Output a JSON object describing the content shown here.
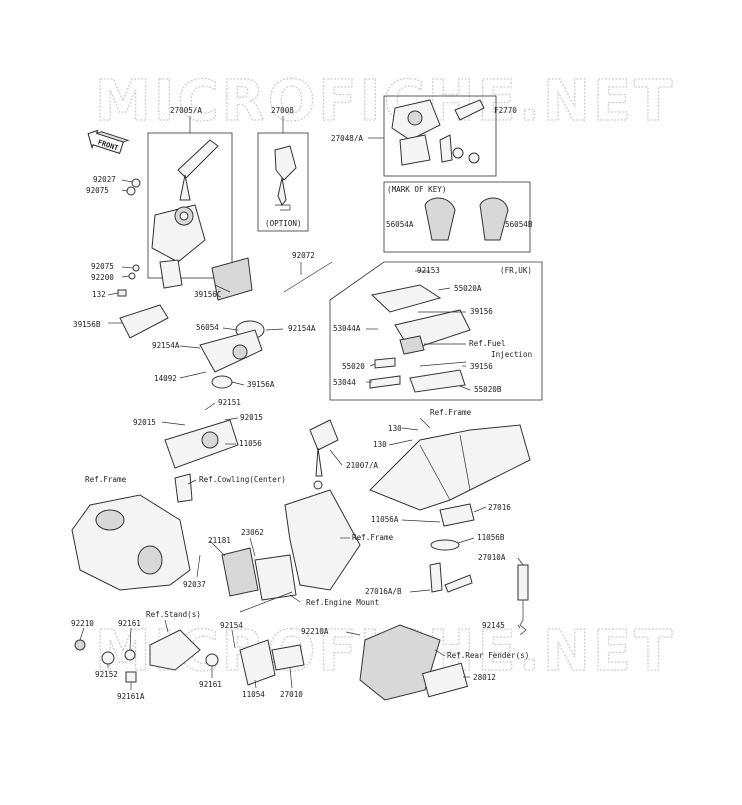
{
  "watermark": {
    "top": "MICROFICHE.NET",
    "bottom": "MICROFICHE.NET"
  },
  "front_tag": "FRONT",
  "parts": {
    "p27005A": "27005/A",
    "p27008": "27008",
    "option": "(OPTION)",
    "p27048A": "27048/A",
    "f2770": "F2770",
    "mark_of_key": "(MARK OF KEY)",
    "p56054A": "56054A",
    "p56054B": "56054B",
    "p92027": "92027",
    "p92075a": "92075",
    "p92075b": "92075",
    "p92200": "92200",
    "p132": "132",
    "p39156C": "39156C",
    "p39156B": "39156B",
    "p92072": "92072",
    "p92153": "92153",
    "fr_uk": "(FR,UK)",
    "p55020A": "55020A",
    "p39156a": "39156",
    "p53044A": "53044A",
    "ref_fuel_1": "Ref.Fuel",
    "ref_fuel_2": "Injection",
    "p55020": "55020",
    "p39156b": "39156",
    "p53044": "53044",
    "p55020B": "55020B",
    "p56054": "56054",
    "p92154A_r": "92154A",
    "p92154A_l": "92154A",
    "p14092": "14092",
    "p39156A": "39156A",
    "p92151": "92151",
    "p92015_l": "92015",
    "p92015_r": "92015",
    "p11056": "11056",
    "ref_cowling": "Ref.Cowling(Center)",
    "ref_frame_l": "Ref.Frame",
    "p21181": "21181",
    "p23062": "23062",
    "p92037": "92037",
    "ref_engine_mount": "Ref.Engine Mount",
    "ref_frame_m": "Ref.Frame",
    "ref_frame_r": "Ref.Frame",
    "p130a": "130",
    "p130b": "130",
    "p21007A": "21007/A",
    "p27016": "27016",
    "p11056A": "11056A",
    "p11056B": "11056B",
    "p27010A": "27010A",
    "p27016AB": "27016A/B",
    "p92145": "92145",
    "p92210": "92210",
    "p92161a": "92161",
    "ref_stand": "Ref.Stand(s)",
    "p92154": "92154",
    "p92152": "92152",
    "p92161b": "92161",
    "p92161A": "92161A",
    "p11054": "11054",
    "p27010": "27010",
    "p92210A": "92210A",
    "ref_rear_fender": "Ref.Rear Fender(s)",
    "p28012": "28012"
  }
}
